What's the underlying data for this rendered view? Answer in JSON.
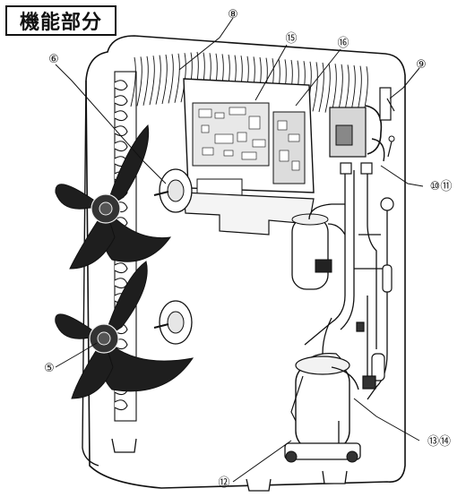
{
  "title": "機能部分",
  "callouts": [
    {
      "id": "c8",
      "text": "⑧"
    },
    {
      "id": "c15",
      "text": "⑮"
    },
    {
      "id": "c16",
      "text": "⑯"
    },
    {
      "id": "c6",
      "text": "⑥"
    },
    {
      "id": "c9",
      "text": "⑨"
    },
    {
      "id": "c10",
      "text": "⑩⑪"
    },
    {
      "id": "c5",
      "text": "⑤"
    },
    {
      "id": "c13",
      "text": "⑬⑭"
    },
    {
      "id": "c12",
      "text": "⑫"
    }
  ],
  "colors": {
    "line": "#111111",
    "fan": "#1e1e1e",
    "panel": "#ffffff",
    "shade": "#cfcfcf"
  }
}
